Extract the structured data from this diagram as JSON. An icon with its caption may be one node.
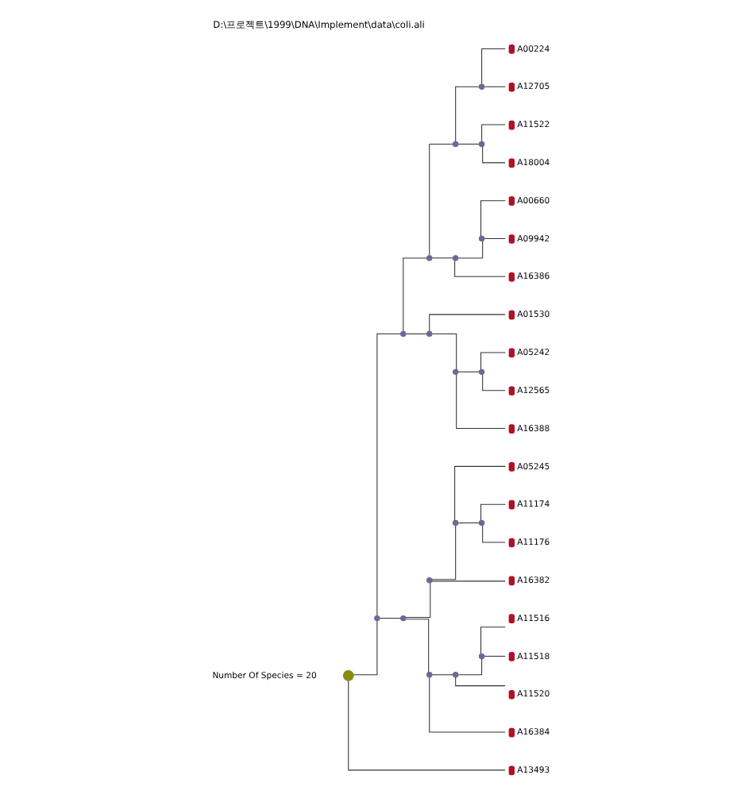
{
  "diagram": {
    "title": "D:\\프로젝트\\1999\\DNA\\Implement\\data\\coli.ali",
    "nodes": [
      {
        "text": [],
        "shape": "circle"
      },
      {
        "text": [],
        "shape": "circle"
      },
      {
        "text": [],
        "shape": "circle"
      },
      {
        "text": [],
        "shape": "circle"
      },
      {
        "text": [],
        "shape": "circle"
      },
      {
        "text": [],
        "shape": "circle"
      },
      {
        "text": [],
        "shape": "circle",
        "beside": [
          "A00224"
        ]
      },
      {
        "text": [],
        "shape": "circle",
        "beside": [
          "A12705"
        ]
      },
      {
        "text": [],
        "shape": "circle"
      },
      {
        "text": [],
        "shape": "circle",
        "beside": [
          "A11522"
        ]
      },
      {
        "text": [],
        "shape": "circle",
        "beside": [
          "A18004"
        ]
      },
      {
        "text": [],
        "shape": "circle"
      },
      {
        "text": [],
        "shape": "circle"
      },
      {
        "text": [],
        "shape": "circle",
        "beside": [
          "A00660"
        ]
      },
      {
        "text": [],
        "shape": "circle",
        "beside": [
          "A09942"
        ]
      },
      {
        "text": [],
        "shape": "circle",
        "beside": [
          "A16386"
        ]
      },
      {
        "text": [],
        "shape": "circle"
      },
      {
        "text": [],
        "shape": "circle",
        "beside": [
          "A01530"
        ]
      },
      {
        "text": [],
        "shape": "circle"
      },
      {
        "text": [],
        "shape": "circle"
      },
      {
        "text": [],
        "shape": "circle",
        "beside": [
          "A05242"
        ]
      },
      {
        "text": [],
        "shape": "circle",
        "beside": [
          "A12565"
        ]
      },
      {
        "text": [],
        "shape": "circle",
        "beside": [
          "A16388"
        ]
      },
      {
        "text": [],
        "shape": "circle"
      },
      {
        "text": [],
        "shape": "circle"
      },
      {
        "text": [],
        "shape": "circle"
      },
      {
        "text": [],
        "shape": "circle",
        "beside": [
          "A05245"
        ]
      },
      {
        "text": [],
        "shape": "circle"
      },
      {
        "text": [],
        "shape": "circle",
        "beside": [
          "A11174"
        ]
      },
      {
        "text": [],
        "shape": "circle",
        "beside": [
          "A11176"
        ]
      },
      {
        "text": [],
        "shape": "circle",
        "beside": [
          "A16382"
        ]
      },
      {
        "text": [],
        "shape": "circle"
      },
      {
        "text": [],
        "shape": "circle"
      },
      {
        "text": [],
        "shape": "circle"
      },
      {
        "text": [],
        "shape": "circle",
        "beside": [
          "A11516"
        ]
      },
      {
        "text": [],
        "shape": "circle",
        "beside": [
          "A11518"
        ]
      },
      {
        "text": [],
        "shape": "circle",
        "beside": [
          "A11520"
        ]
      },
      {
        "text": [],
        "shape": "circle",
        "beside": [
          "A16384"
        ]
      },
      {
        "text": [],
        "shape": "circle",
        "beside": [
          "A13493"
        ]
      }
    ],
    "edges": [
      {
        "from": 0,
        "to": 1,
        "arrow": "none"
      },
      {
        "from": 1,
        "to": 2,
        "arrow": "none"
      },
      {
        "from": 2,
        "to": 3,
        "arrow": "none"
      },
      {
        "from": 3,
        "to": 4,
        "arrow": "none"
      },
      {
        "from": 4,
        "to": 5,
        "arrow": "none"
      },
      {
        "from": 5,
        "to": 6,
        "arrow": "none"
      },
      {
        "from": 5,
        "to": 7,
        "arrow": "none"
      },
      {
        "from": 4,
        "to": 8,
        "arrow": "none"
      },
      {
        "from": 8,
        "to": 9,
        "arrow": "none"
      },
      {
        "from": 8,
        "to": 10,
        "arrow": "none"
      },
      {
        "from": 3,
        "to": 11,
        "arrow": "none"
      },
      {
        "from": 11,
        "to": 12,
        "arrow": "none"
      },
      {
        "from": 12,
        "to": 13,
        "arrow": "none"
      },
      {
        "from": 12,
        "to": 14,
        "arrow": "none"
      },
      {
        "from": 11,
        "to": 15,
        "arrow": "none"
      },
      {
        "from": 2,
        "to": 16,
        "arrow": "none"
      },
      {
        "from": 16,
        "to": 17,
        "arrow": "none"
      },
      {
        "from": 16,
        "to": 18,
        "arrow": "none"
      },
      {
        "from": 18,
        "to": 19,
        "arrow": "none"
      },
      {
        "from": 19,
        "to": 20,
        "arrow": "none"
      },
      {
        "from": 19,
        "to": 21,
        "arrow": "none"
      },
      {
        "from": 18,
        "to": 22,
        "arrow": "none"
      },
      {
        "from": 1,
        "to": 23,
        "arrow": "none"
      },
      {
        "from": 23,
        "to": 24,
        "arrow": "none"
      },
      {
        "from": 24,
        "to": 25,
        "arrow": "none"
      },
      {
        "from": 25,
        "to": 26,
        "arrow": "none"
      },
      {
        "from": 25,
        "to": 27,
        "arrow": "none"
      },
      {
        "from": 27,
        "to": 28,
        "arrow": "none"
      },
      {
        "from": 27,
        "to": 29,
        "arrow": "none"
      },
      {
        "from": 24,
        "to": 30,
        "arrow": "none"
      },
      {
        "from": 23,
        "to": 31,
        "arrow": "none"
      },
      {
        "from": 31,
        "to": 32,
        "arrow": "none"
      },
      {
        "from": 32,
        "to": 33,
        "arrow": "none"
      },
      {
        "from": 33,
        "to": 34,
        "arrow": "none"
      },
      {
        "from": 33,
        "to": 35,
        "arrow": "none"
      },
      {
        "from": 32,
        "to": 36,
        "arrow": "none"
      },
      {
        "from": 31,
        "to": 37,
        "arrow": "none"
      },
      {
        "from": 0,
        "to": 38,
        "arrow": "none"
      }
    ],
    "labels": [
      "Number Of Species = 20"
    ]
  }
}
